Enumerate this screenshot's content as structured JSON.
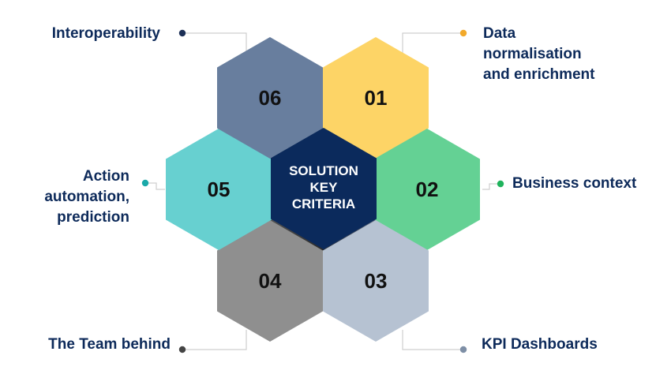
{
  "center": {
    "lines": [
      "SOLUTION",
      "KEY",
      "CRITERIA"
    ],
    "color": "#0b2a5c"
  },
  "segments": [
    {
      "number": "01",
      "label_lines": [
        "Data",
        "normalisation",
        "and enrichment"
      ],
      "color": "#fdd466",
      "dot": "#f2a92a"
    },
    {
      "number": "02",
      "label_lines": [
        "Business context"
      ],
      "color": "#64d194",
      "dot": "#1fb35c"
    },
    {
      "number": "03",
      "label_lines": [
        "KPI Dashboards"
      ],
      "color": "#b6c2d2",
      "dot": "#7e8fa6"
    },
    {
      "number": "04",
      "label_lines": [
        "The Team behind"
      ],
      "color": "#8f8f8f",
      "dot": "#444444"
    },
    {
      "number": "05",
      "label_lines": [
        "Action",
        "automation,",
        "prediction"
      ],
      "color": "#67d0d0",
      "dot": "#1aa9a9"
    },
    {
      "number": "06",
      "label_lines": [
        "Interoperability"
      ],
      "color": "#687e9e",
      "dot": "#1c2f56"
    }
  ],
  "text_color": "#0d2a5a",
  "connector_color": "#cfcfcf"
}
